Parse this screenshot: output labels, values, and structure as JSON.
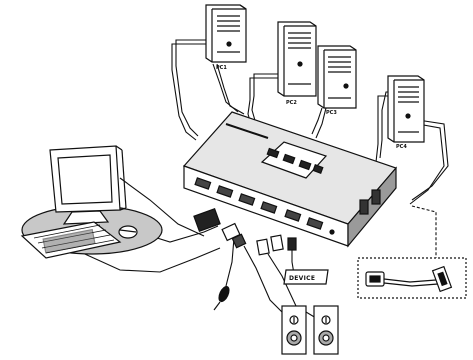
{
  "diagram": {
    "pc_labels": [
      "PC1",
      "PC2",
      "PC3",
      "PC4"
    ],
    "device_box_label": "DEVICE"
  },
  "colors": {
    "ink": "#111111",
    "mid_gray": "#8a8a8a",
    "light_gray": "#c8c8c8",
    "background": "#ffffff"
  },
  "icons": {
    "tower": "desktop-tower-icon",
    "monitor": "crt-monitor-icon",
    "kvm": "kvm-switch-icon",
    "outlet": "power-outlet-icon",
    "usb": "usb-cable-icon"
  }
}
